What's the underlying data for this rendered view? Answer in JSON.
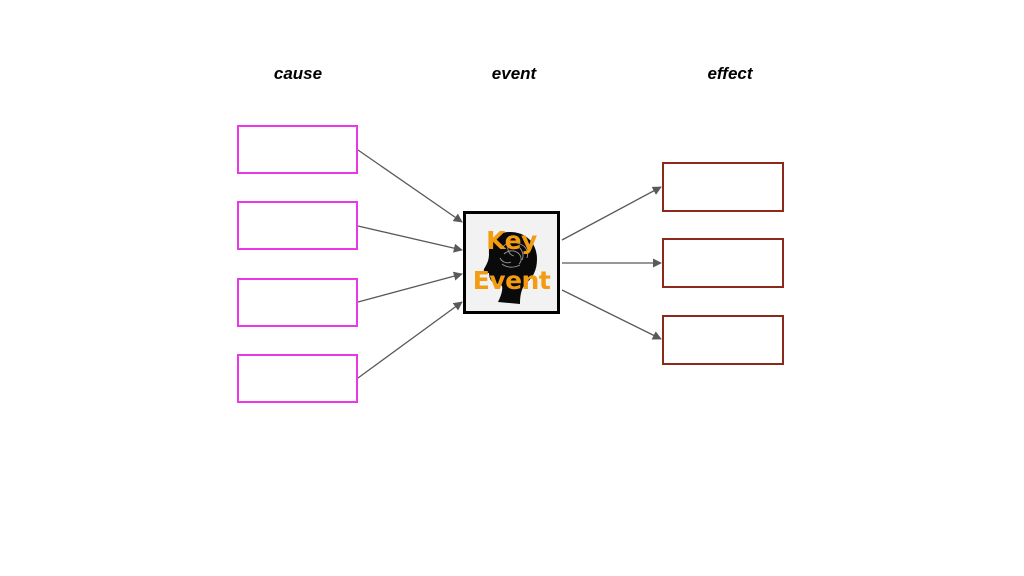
{
  "headers": {
    "cause": "cause",
    "event": "event",
    "effect": "effect"
  },
  "key_event": {
    "line1": "Key",
    "line2": "Event",
    "text_color": "#f39c12",
    "image": "head-silhouette-with-brain-icon"
  },
  "colors": {
    "cause_border": "#e838e8",
    "effect_border": "#8b2a1a",
    "arrow": "#595959"
  },
  "cause_boxes": [
    "",
    "",
    "",
    ""
  ],
  "effect_boxes": [
    "",
    "",
    ""
  ]
}
